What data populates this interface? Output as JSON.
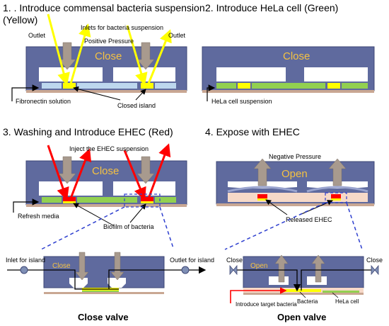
{
  "panels": {
    "p1": {
      "title": "1. . Introduce commensal bacteria suspension",
      "title_sub": "(Yellow)",
      "valve_state": "Close",
      "labels": {
        "outlet_left": "Outlet",
        "inlets": "Inlets for bacteria suspension",
        "outlet_right": "Outlet",
        "pressure": "Positive Pressure",
        "fibronectin": "Fibronectin solution",
        "closed_island": "Closed island"
      }
    },
    "p2": {
      "title": "2. Introduce HeLa cell (Green)",
      "valve_state": "Close",
      "labels": {
        "hela_suspension": "HeLa cell suspension"
      }
    },
    "p3": {
      "title": "3. Washing and Introduce EHEC (Red)",
      "valve_state": "Close",
      "labels": {
        "inject": "Inject the EHEC suspension",
        "refresh": "Refresh media",
        "biofilm": "Biofilm of bacteria"
      }
    },
    "p4": {
      "title": "4. Expose with EHEC",
      "valve_state": "Open",
      "labels": {
        "pressure": "Negative Pressure",
        "released": "Released EHEC"
      }
    }
  },
  "detail_close": {
    "valve_state": "Close",
    "inlet": "Inlet for island",
    "outlet": "Outlet for island",
    "caption": "Close valve"
  },
  "detail_open": {
    "valve_state": "Open",
    "close_left": "Close",
    "close_right": "Close",
    "introduce": "Introduce target bacteria",
    "bacteria": "Bacteria",
    "hela": "HeLa cell",
    "caption": "Open valve"
  },
  "colors": {
    "chip": "#5f6a9e",
    "chip_stroke": "#3e4775",
    "well": "#ffffff",
    "valve_text": "#f5c242",
    "arrow_gray": "#a89a8e",
    "substrate": "#c9a793",
    "yellow": "#ffff00",
    "green": "#92d050",
    "red": "#ff0000",
    "fibronectin": "#bdd7ee",
    "dashed_blue": "#2e3fcf"
  }
}
